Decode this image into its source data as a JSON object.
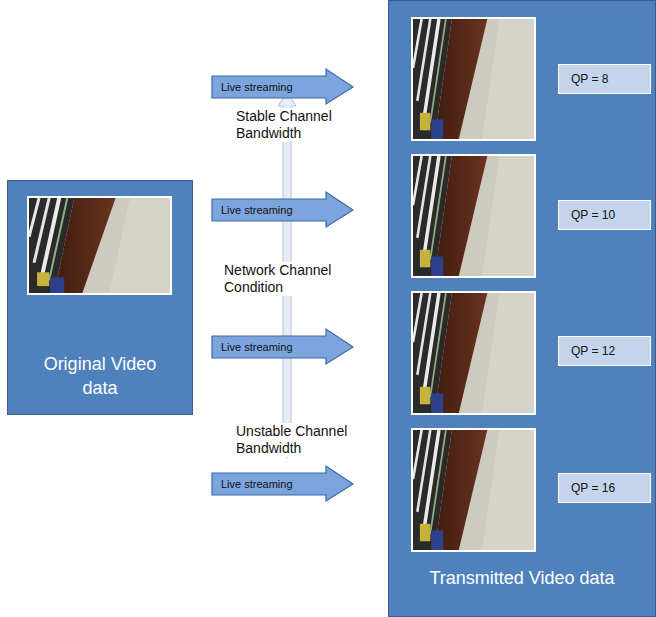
{
  "diagram": {
    "nodes": [
      {
        "text": [
          "Original Video data"
        ]
      },
      {
        "text": [
          "Live streaming"
        ]
      },
      {
        "text": [
          "Live streaming"
        ]
      },
      {
        "text": [
          "Live streaming"
        ]
      },
      {
        "text": [
          "Live streaming"
        ]
      },
      {
        "text": [
          "Transmitted Video data"
        ]
      },
      {
        "text": [
          "QP = 8"
        ],
        "in": 5
      },
      {
        "text": [
          "QP = 10"
        ],
        "in": 5
      },
      {
        "text": [
          "QP = 12"
        ],
        "in": 5
      },
      {
        "text": [
          "QP = 16"
        ],
        "in": 5
      }
    ],
    "labels": [
      "Stable Channel Bandwidth",
      "Network Channel Condition",
      "Unstable Channel Bandwidth"
    ]
  }
}
